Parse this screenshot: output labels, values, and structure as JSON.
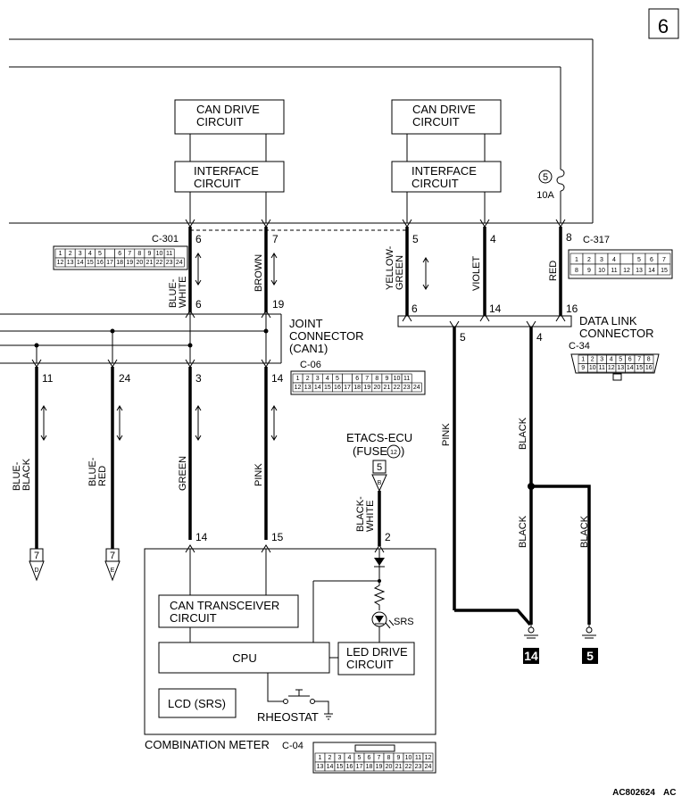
{
  "page_number": "6",
  "figure_code": "AC802624",
  "figure_code_suffix": "AC",
  "blocks": {
    "can_drive_1": [
      "CAN DRIVE",
      "CIRCUIT"
    ],
    "can_drive_2": [
      "CAN DRIVE",
      "CIRCUIT"
    ],
    "interface_1": [
      "INTERFACE",
      "CIRCUIT"
    ],
    "interface_2": [
      "INTERFACE",
      "CIRCUIT"
    ],
    "can_transceiver": [
      "CAN TRANSCEIVER",
      "CIRCUIT"
    ],
    "cpu": "CPU",
    "led_drive": [
      "LED DRIVE",
      "CIRCUIT"
    ],
    "lcd": "LCD (SRS)"
  },
  "labels": {
    "joint_connector": [
      "JOINT",
      "CONNECTOR",
      "(CAN1)"
    ],
    "data_link_connector": [
      "DATA LINK",
      "CONNECTOR"
    ],
    "etacs_ecu": "ETACS-ECU",
    "fuse_ref": "(FUSE",
    "fuse_ref_num": "12",
    "fuse_ref_close": ")",
    "combination_meter": "COMBINATION METER",
    "rheostat": "RHEOSTAT",
    "srs": "SRS",
    "fuse_number": "5",
    "fuse_rating": "10A"
  },
  "connectors": {
    "c301": "C-301",
    "c317": "C-317",
    "c06": "C-06",
    "c34": "C-34",
    "c04": "C-04"
  },
  "wire_colors": {
    "blue_white": [
      "BLUE-",
      "WHITE"
    ],
    "brown": "BROWN",
    "yellow_green": [
      "YELLOW-",
      "GREEN"
    ],
    "violet": "VIOLET",
    "red": "RED",
    "blue_black": [
      "BLUE-",
      "BLACK"
    ],
    "blue_red": [
      "BLUE-",
      "RED"
    ],
    "green": "GREEN",
    "pink_left": "PINK",
    "black_white": [
      "BLACK-",
      "WHITE"
    ],
    "pink_right": "PINK",
    "black_1": "BLACK",
    "black_2": "BLACK",
    "black_3": "BLACK"
  },
  "pins": {
    "p6a": "6",
    "p7a": "7",
    "p5a": "5",
    "p4a": "4",
    "p8a": "8",
    "p6b": "6",
    "p19": "19",
    "p6c": "6",
    "p14a": "14",
    "p16": "16",
    "p5b": "5",
    "p4b": "4",
    "p11": "11",
    "p24": "24",
    "p3": "3",
    "p14b": "14",
    "p14c": "14",
    "p15": "15",
    "p2": "2"
  },
  "refs": {
    "ref7d_num": "7",
    "ref7d_letter": "D",
    "ref7e_num": "7",
    "ref7e_letter": "E",
    "ref5b_num": "5",
    "ref5b_letter": "B",
    "ground14": "14",
    "ground5": "5"
  },
  "connector_faces": {
    "c301_row1": [
      "1",
      "2",
      "3",
      "4",
      "5",
      "",
      "6",
      "7",
      "8",
      "9",
      "10",
      "11"
    ],
    "c301_row2": [
      "12",
      "13",
      "14",
      "15",
      "16",
      "17",
      "18",
      "19",
      "20",
      "21",
      "22",
      "23",
      "24"
    ],
    "c06_row1": [
      "1",
      "2",
      "3",
      "4",
      "5",
      "",
      "6",
      "7",
      "8",
      "9",
      "10",
      "11"
    ],
    "c06_row2": [
      "12",
      "13",
      "14",
      "15",
      "16",
      "17",
      "18",
      "19",
      "20",
      "21",
      "22",
      "23",
      "24"
    ],
    "c317_row1": [
      "1",
      "2",
      "3",
      "4",
      "",
      "5",
      "6",
      "7"
    ],
    "c317_row2": [
      "8",
      "9",
      "10",
      "11",
      "12",
      "13",
      "14",
      "15"
    ],
    "c34_row1": [
      "1",
      "2",
      "3",
      "4",
      "5",
      "6",
      "7",
      "8"
    ],
    "c34_row2": [
      "9",
      "10",
      "11",
      "12",
      "13",
      "14",
      "15",
      "16"
    ],
    "c04_row1": [
      "1",
      "2",
      "3",
      "4",
      "5",
      "6",
      "7",
      "8",
      "9",
      "10",
      "11",
      "12"
    ],
    "c04_row2": [
      "13",
      "14",
      "15",
      "16",
      "17",
      "18",
      "19",
      "20",
      "21",
      "22",
      "23",
      "24"
    ]
  }
}
